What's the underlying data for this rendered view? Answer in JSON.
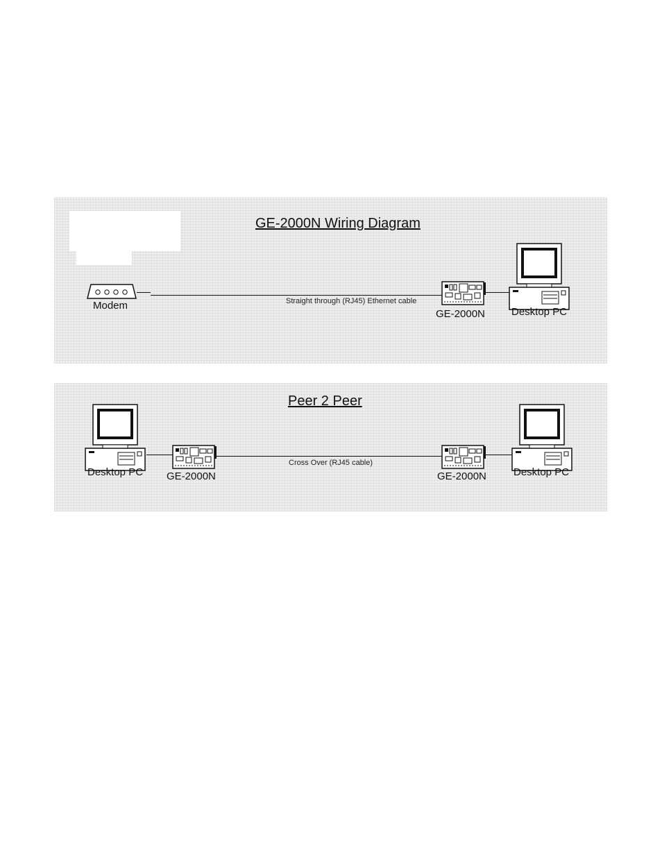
{
  "wiring": {
    "title": "GE-2000N Wiring Diagram",
    "modem_label": "Modem",
    "cable_label": "Straight through (RJ45) Ethernet cable",
    "card_label": "GE-2000N",
    "pc_label": "Desktop PC"
  },
  "peer": {
    "title": "Peer 2 Peer",
    "left_pc_label": "Desktop PC",
    "left_card_label": "GE-2000N",
    "cable_label": "Cross Over (RJ45 cable)",
    "right_card_label": "GE-2000N",
    "right_pc_label": "Desktop PC"
  }
}
